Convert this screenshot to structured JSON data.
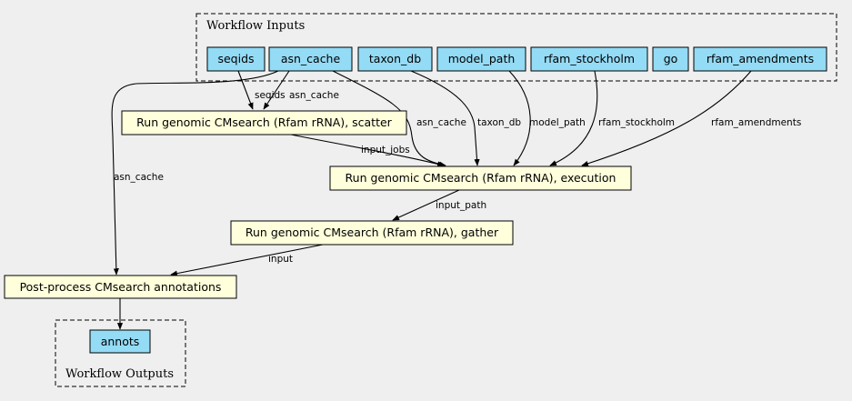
{
  "clusters": {
    "inputs_title": "Workflow Inputs",
    "outputs_title": "Workflow Outputs"
  },
  "inputs": {
    "seqids": "seqids",
    "asn_cache": "asn_cache",
    "taxon_db": "taxon_db",
    "model_path": "model_path",
    "rfam_stockholm": "rfam_stockholm",
    "go": "go",
    "rfam_amendments": "rfam_amendments"
  },
  "steps": {
    "scatter": "Run genomic CMsearch (Rfam rRNA), scatter",
    "execution": "Run genomic CMsearch (Rfam rRNA), execution",
    "gather": "Run genomic CMsearch (Rfam rRNA), gather",
    "postprocess": "Post-process CMsearch annotations"
  },
  "outputs": {
    "annots": "annots"
  },
  "edges": {
    "seqids_scatter": "seqids",
    "asn_scatter": "asn_cache",
    "asn_execution": "asn_cache",
    "taxon_execution": "taxon_db",
    "model_execution": "model_path",
    "stockholm_execution": "rfam_stockholm",
    "amendments_execution": "rfam_amendments",
    "scatter_execution": "input_jobs",
    "execution_gather": "input_path",
    "asn_postprocess": "asn_cache",
    "gather_postprocess": "input"
  }
}
